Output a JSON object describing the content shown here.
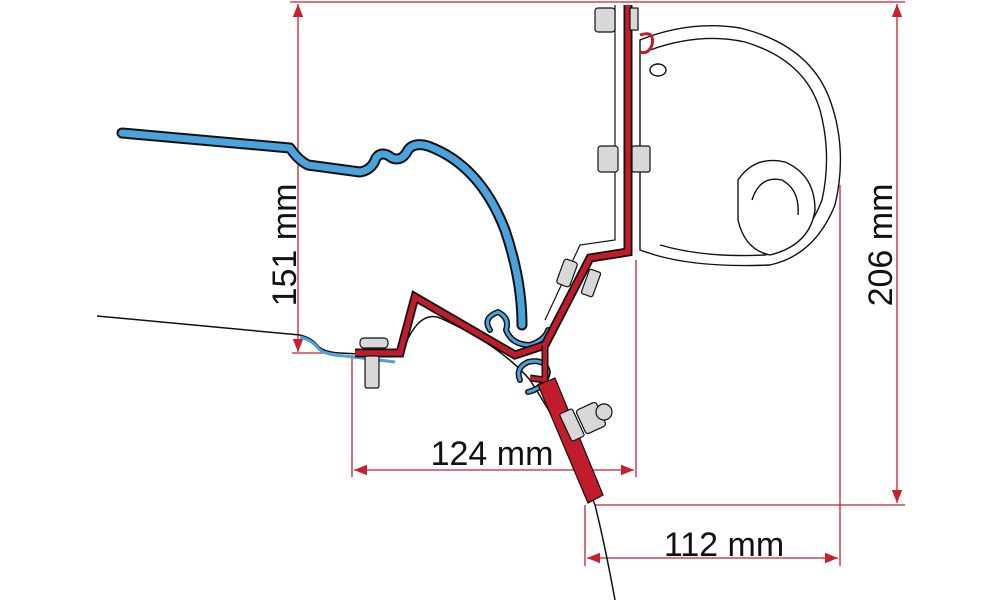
{
  "dimensions": {
    "height_roof": "151 mm",
    "height_total": "206 mm",
    "width_bracket": "124 mm",
    "width_offset": "112 mm"
  },
  "colors": {
    "dimension_line": "#c8202f",
    "bracket": "#c01c2c",
    "roof_panel": "#4aa3dc",
    "awning_body": "#ffffff",
    "outline": "#111111"
  }
}
